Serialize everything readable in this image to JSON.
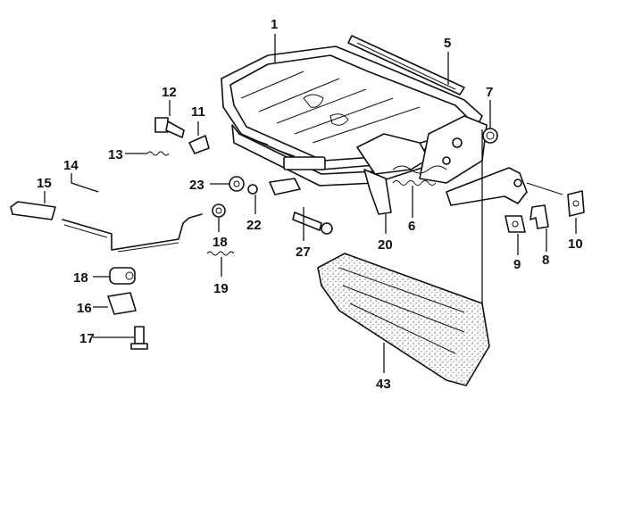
{
  "diagram": {
    "callouts": [
      {
        "id": "c1",
        "label": "1"
      },
      {
        "id": "c5",
        "label": "5"
      },
      {
        "id": "c7",
        "label": "7"
      },
      {
        "id": "c12",
        "label": "12"
      },
      {
        "id": "c11",
        "label": "11"
      },
      {
        "id": "c13",
        "label": "13"
      },
      {
        "id": "c14",
        "label": "14"
      },
      {
        "id": "c15",
        "label": "15"
      },
      {
        "id": "c23",
        "label": "23"
      },
      {
        "id": "c22",
        "label": "22"
      },
      {
        "id": "c27",
        "label": "27"
      },
      {
        "id": "c20",
        "label": "20"
      },
      {
        "id": "c6",
        "label": "6"
      },
      {
        "id": "c18a",
        "label": "18"
      },
      {
        "id": "c19",
        "label": "19"
      },
      {
        "id": "c18b",
        "label": "18"
      },
      {
        "id": "c16",
        "label": "16"
      },
      {
        "id": "c17",
        "label": "17"
      },
      {
        "id": "c9",
        "label": "9"
      },
      {
        "id": "c8",
        "label": "8"
      },
      {
        "id": "c10",
        "label": "10"
      },
      {
        "id": "c43",
        "label": "43"
      }
    ]
  }
}
